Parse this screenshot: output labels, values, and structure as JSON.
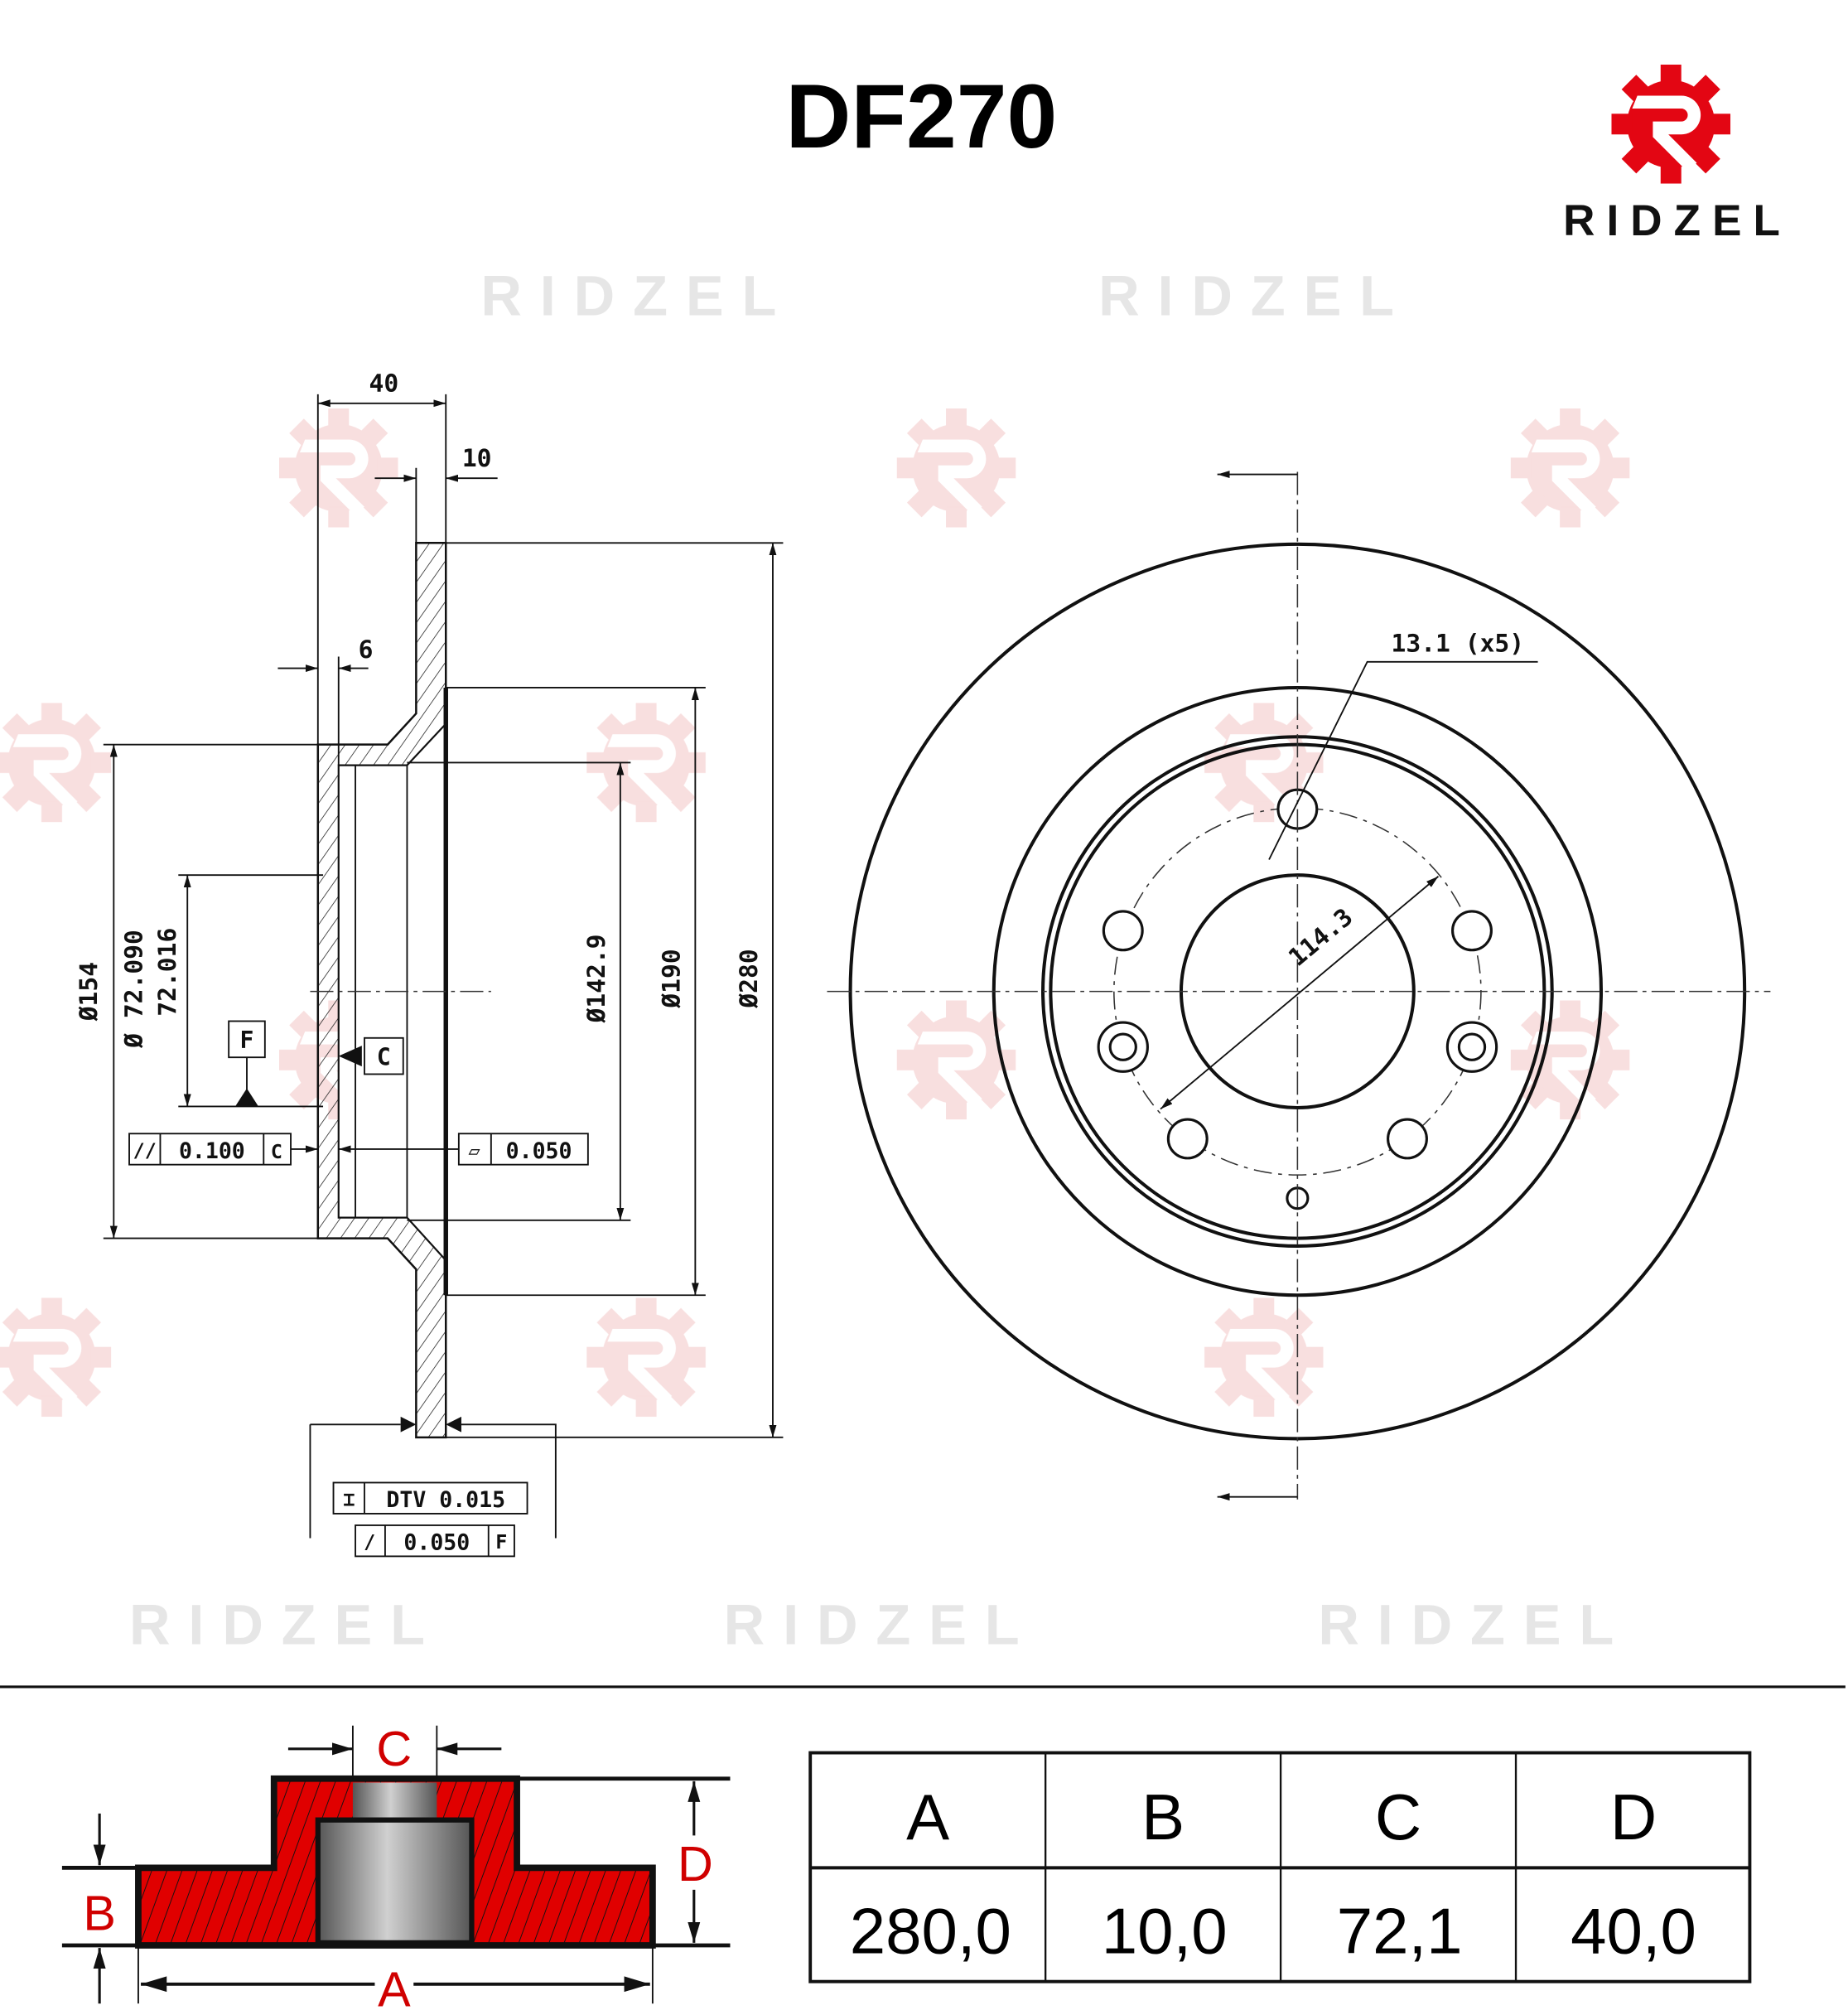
{
  "header": {
    "title": "DF270",
    "brand": "RIDZEL"
  },
  "watermark": {
    "text": "RIDZEL"
  },
  "section_view": {
    "dim_40": "40",
    "dim_10": "10",
    "dim_6": "6",
    "dia_154": "Ø154",
    "dia_72_max": "Ø 72.090",
    "dia_72_min": "72.016",
    "dia_142": "Ø142.9",
    "dia_190": "Ø190",
    "dia_280": "Ø280",
    "datum_f": "F",
    "datum_c": "C",
    "parallel_tol": {
      "symbol": "//",
      "value": "0.100",
      "datum": "C"
    },
    "flatness_tol": {
      "symbol": "▱",
      "value": "0.050"
    },
    "dtv_tol": {
      "symbol": "⌶",
      "value": "DTV 0.015"
    },
    "runout_tol": {
      "symbol": "/",
      "value": "0.050",
      "datum": "F"
    }
  },
  "front_view": {
    "holes_label": "13.1 (x5)",
    "pcd_label": "114.3"
  },
  "legend": {
    "a": "A",
    "b": "B",
    "c": "C",
    "d": "D"
  },
  "table": {
    "headers": [
      "A",
      "B",
      "C",
      "D"
    ],
    "values": [
      "280,0",
      "10,0",
      "72,1",
      "40,0"
    ]
  },
  "colors": {
    "brand_red": "#e30613",
    "section_red": "#e00000",
    "watermark": "#e4e4e4"
  }
}
